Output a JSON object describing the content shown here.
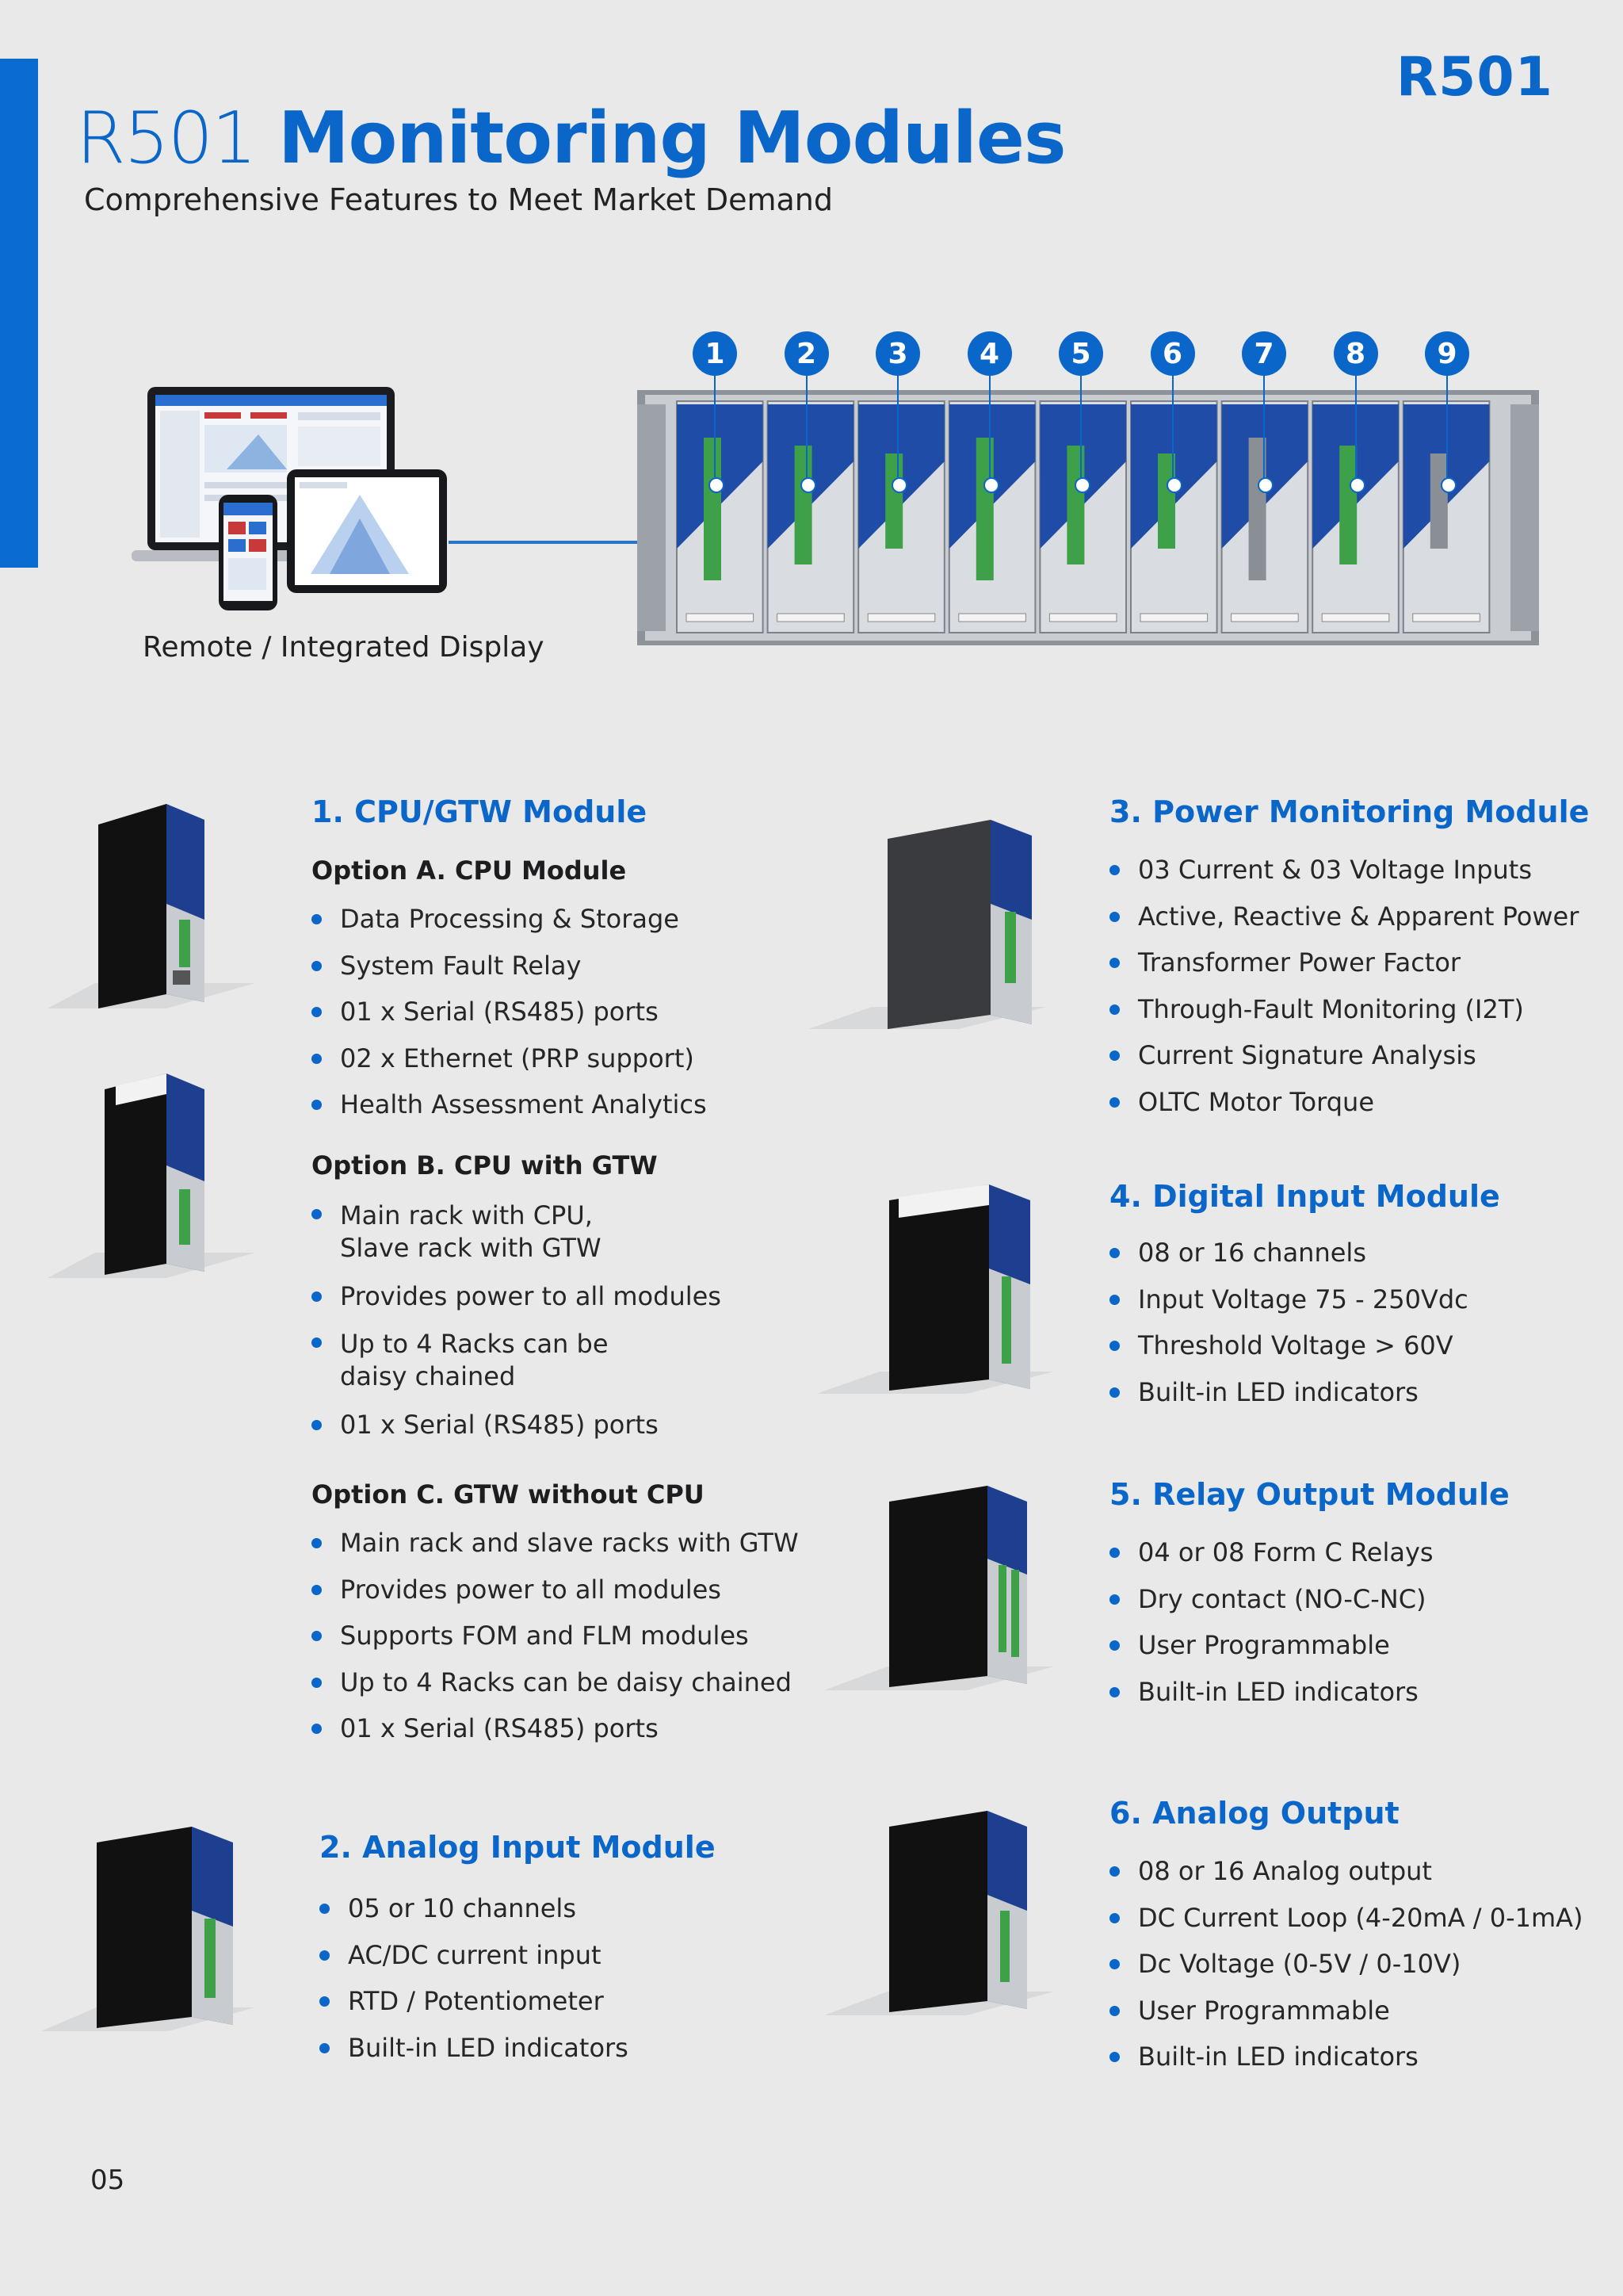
{
  "header": {
    "brand_code": "R501",
    "title_light": "R501",
    "title_bold": "Monitoring Modules",
    "subtitle": "Comprehensive Features to Meet Market Demand"
  },
  "hero": {
    "display_caption": "Remote / Integrated Display",
    "rack_slot_numbers": [
      "1",
      "2",
      "3",
      "4",
      "5",
      "6",
      "7",
      "8",
      "9"
    ]
  },
  "modules": {
    "cpu": {
      "title": "1. CPU/GTW Module",
      "option_a": {
        "title": "Option A. CPU Module",
        "items": [
          "Data Processing & Storage",
          "System Fault Relay",
          "01 x Serial (RS485) ports",
          "02 x Ethernet (PRP support)",
          "Health Assessment Analytics"
        ]
      },
      "option_b": {
        "title": "Option B. CPU with GTW",
        "items": [
          "Main rack with CPU,\nSlave rack with GTW",
          "Provides power to all modules",
          "Up to 4 Racks can be\ndaisy chained",
          "01 x Serial (RS485) ports"
        ]
      },
      "option_c": {
        "title": "Option C. GTW without CPU",
        "items": [
          "Main rack and slave racks with GTW",
          "Provides power to all modules",
          "Supports FOM and FLM modules",
          "Up to 4 Racks can be daisy chained",
          "01 x Serial (RS485) ports"
        ]
      }
    },
    "analog_input": {
      "title": "2. Analog Input Module",
      "items": [
        "05 or 10 channels",
        "AC/DC current input",
        "RTD / Potentiometer",
        "Built-in LED indicators"
      ]
    },
    "power_monitoring": {
      "title": "3. Power Monitoring Module",
      "items": [
        "03 Current & 03 Voltage Inputs",
        "Active, Reactive & Apparent Power",
        "Transformer Power Factor",
        "Through-Fault Monitoring (I2T)",
        "Current Signature Analysis",
        "OLTC Motor Torque"
      ]
    },
    "digital_input": {
      "title": "4. Digital Input Module",
      "items": [
        "08 or 16 channels",
        "Input Voltage 75 - 250Vdc",
        "Threshold Voltage > 60V",
        "Built-in LED indicators"
      ]
    },
    "relay_output": {
      "title": "5. Relay Output Module",
      "items": [
        "04 or 08 Form C Relays",
        "Dry contact (NO-C-NC)",
        "User Programmable",
        "Built-in LED indicators"
      ]
    },
    "analog_output": {
      "title": "6. Analog Output",
      "items": [
        "08 or 16 Analog output",
        "DC Current Loop (4-20mA / 0-1mA)",
        "Dc Voltage (0-5V / 0-10V)",
        "User Programmable",
        "Built-in LED indicators"
      ]
    }
  },
  "footer": {
    "page_number": "05"
  },
  "colors": {
    "accent": "#0a66c8",
    "background": "#e9e9ea",
    "text": "#1d1d1f"
  }
}
